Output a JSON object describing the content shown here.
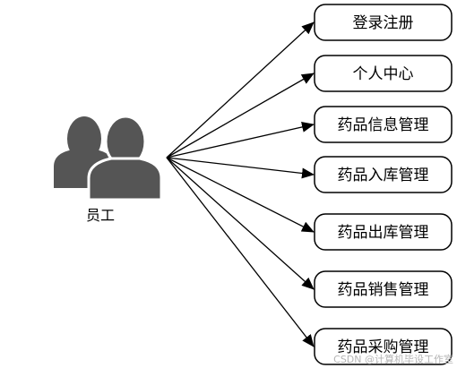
{
  "actor": {
    "label": "员工",
    "icon": "users-icon",
    "icon_color": "#555555"
  },
  "functions": [
    {
      "id": "login-register",
      "label": "登录注册"
    },
    {
      "id": "personal-center",
      "label": "个人中心"
    },
    {
      "id": "drug-info-management",
      "label": "药品信息管理"
    },
    {
      "id": "drug-inbound-management",
      "label": "药品入库管理"
    },
    {
      "id": "drug-outbound-management",
      "label": "药品出库管理"
    },
    {
      "id": "drug-sales-management",
      "label": "药品销售管理"
    },
    {
      "id": "drug-purchase-management",
      "label": "药品采购管理"
    }
  ],
  "watermark": "CSDN @计算机毕设工作室",
  "colors": {
    "box_border": "#000000",
    "box_fill": "#ffffff",
    "arrow": "#000000",
    "text": "#000000"
  }
}
